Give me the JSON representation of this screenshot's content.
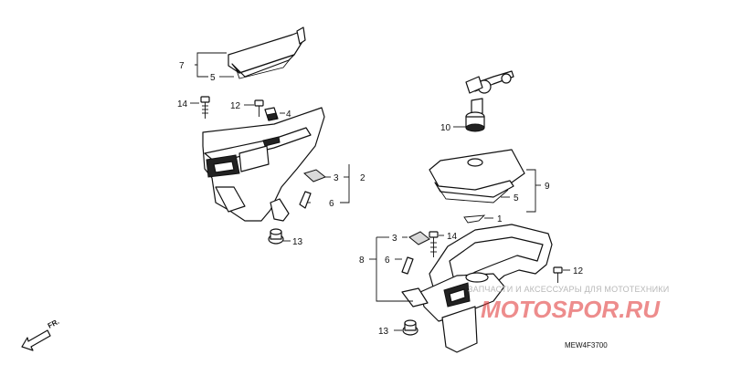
{
  "callouts": {
    "c7": "7",
    "c5a": "5",
    "c14a": "14",
    "c12a": "12",
    "c4": "4",
    "c3a": "3",
    "c2": "2",
    "c6a": "6",
    "c13a": "13",
    "c10": "10",
    "c9": "9",
    "c5b": "5",
    "c1": "1",
    "c3b": "3",
    "c14b": "14",
    "c8": "8",
    "c6b": "6",
    "c12b": "12",
    "c13b": "13"
  },
  "diagram_code": "MEW4F3700",
  "direction_marker": "FR.",
  "watermark": {
    "tagline": "ЗАПЧАСТИ И АКСЕССУАРЫ ДЛЯ МОТОТЕХНИКИ",
    "site": "MOTOSPOR.RU"
  },
  "colors": {
    "line": "#111111",
    "watermark_text": "#e03030",
    "watermark_tagline": "#b8b8b8"
  }
}
